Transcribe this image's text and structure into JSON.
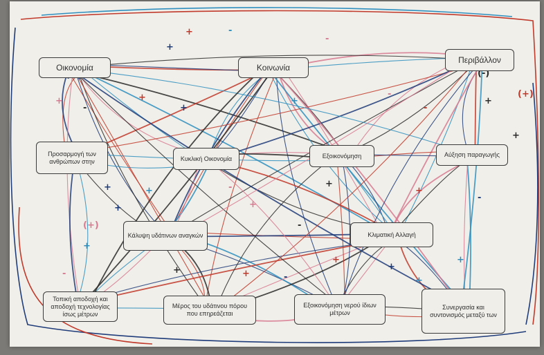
{
  "nodes": {
    "oikonomia": "Οικονομία",
    "koinonia": "Κοινωνία",
    "perivallon": "Περιβάλλον",
    "prosarmogi": "Προσαρμογή των ανθρώπων στην",
    "kykliki": "Κυκλική Οικονομία",
    "exoikonomisi": "Εξοικονόμηση",
    "afxisi": "Αύξηση παραγωγής",
    "kalypsi": "Κάλυψη υδάτινων αναγκών",
    "klimatiki": "Κλιματική Αλλαγή",
    "topiki": "Τοπική αποδοχή και αποδοχή τεχνολογίας ίσως μέτρων",
    "meros": "Μέρος του υδάτινου πόρου που επηρεάζεται",
    "exoikonomisi_nerou": "Εξοικονόμηση νερού ίδιων μέτρων",
    "synergasia": "Συνεργασία και συντονισμός μεταξύ των"
  },
  "edge_signs": [
    "+",
    "+",
    "-",
    "+",
    "-",
    "+",
    "+",
    "+",
    "-",
    "+",
    "-",
    "+",
    "+",
    "-",
    "+",
    "+",
    "-",
    "+",
    "+",
    "-",
    "+",
    "+",
    "+",
    "-",
    "+",
    "+",
    "-",
    "+",
    "(+)",
    "(-)",
    "(+)",
    "+",
    "+",
    "-",
    "+"
  ],
  "colors": {
    "red": "#c0392b",
    "dark_blue": "#1f3c7a",
    "light_blue": "#2e8fbf",
    "pink": "#d87a92",
    "black": "#2a2a2a",
    "paper": "#f1efe9",
    "background": "#7c7a76"
  }
}
